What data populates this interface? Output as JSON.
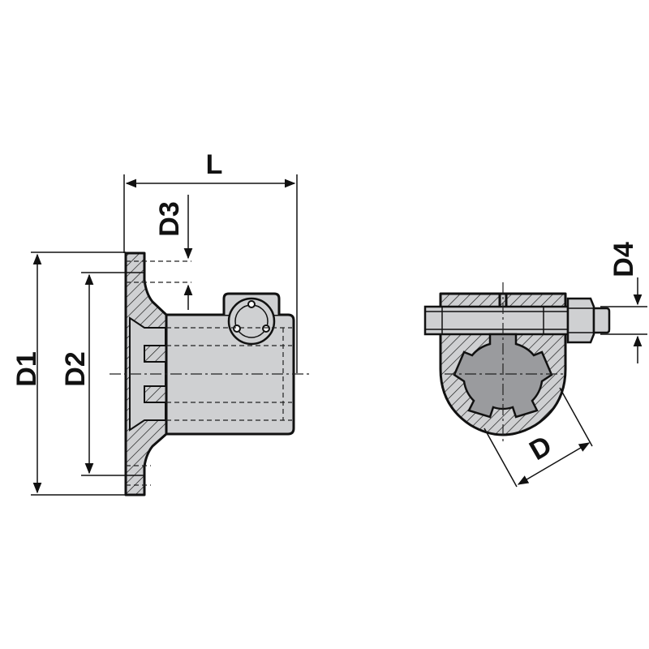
{
  "labels": {
    "L": "L",
    "D1": "D1",
    "D2": "D2",
    "D3": "D3",
    "D4": "D4",
    "D": "D"
  },
  "colors": {
    "line": "#111111",
    "fill": "#cfd0d2",
    "background": "#ffffff"
  }
}
